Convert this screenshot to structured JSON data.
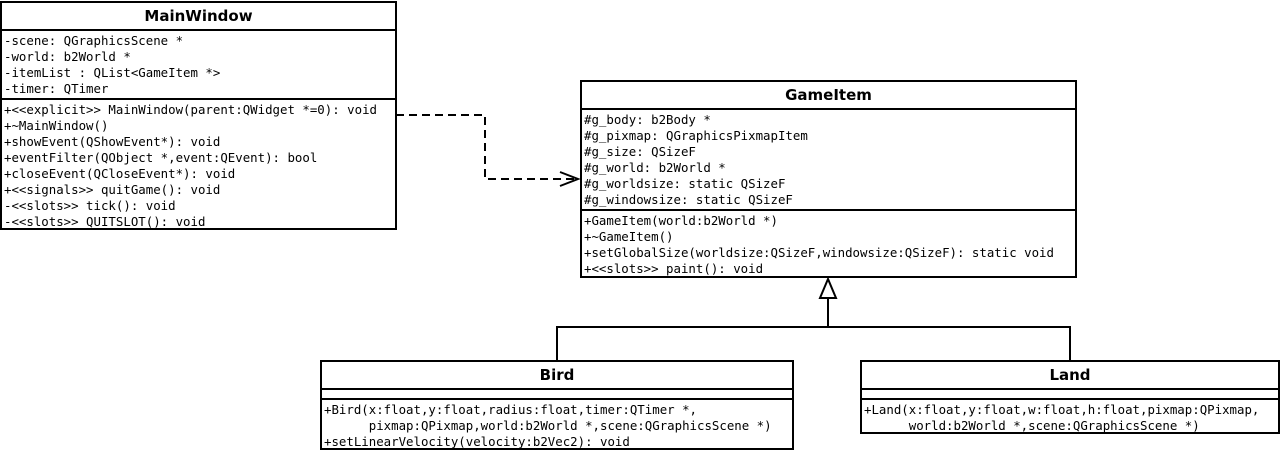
{
  "classes": {
    "mainwindow": {
      "name": "MainWindow",
      "attributes": [
        "-scene: QGraphicsScene *",
        "-world: b2World *",
        "-itemList : QList<GameItem *>",
        "-timer: QTimer"
      ],
      "operations": [
        "+<<explicit>> MainWindow(parent:QWidget *=0): void",
        "+~MainWindow()",
        "+showEvent(QShowEvent*): void",
        "+eventFilter(QObject *,event:QEvent): bool",
        "+closeEvent(QCloseEvent*): void",
        "+<<signals>> quitGame(): void",
        "-<<slots>> tick(): void",
        "-<<slots>> QUITSLOT(): void"
      ]
    },
    "gameitem": {
      "name": "GameItem",
      "attributes": [
        "#g_body: b2Body *",
        "#g_pixmap: QGraphicsPixmapItem",
        "#g_size: QSizeF",
        "#g_world: b2World *",
        "#g_worldsize: static QSizeF",
        "#g_windowsize: static QSizeF"
      ],
      "operations": [
        "+GameItem(world:b2World *)",
        "+~GameItem()",
        "+setGlobalSize(worldsize:QSizeF,windowsize:QSizeF): static void",
        "+<<slots>> paint(): void"
      ]
    },
    "bird": {
      "name": "Bird",
      "attributes": [],
      "operations": [
        "+Bird(x:float,y:float,radius:float,timer:QTimer *,",
        "      pixmap:QPixmap,world:b2World *,scene:QGraphicsScene *)",
        "+setLinearVelocity(velocity:b2Vec2): void"
      ]
    },
    "land": {
      "name": "Land",
      "attributes": [],
      "operations": [
        "+Land(x:float,y:float,w:float,h:float,pixmap:QPixmap,",
        "      world:b2World *,scene:QGraphicsScene *)"
      ]
    }
  },
  "relations": [
    {
      "type": "dependency",
      "from": "MainWindow",
      "to": "GameItem"
    },
    {
      "type": "generalization",
      "from": "Bird",
      "to": "GameItem"
    },
    {
      "type": "generalization",
      "from": "Land",
      "to": "GameItem"
    }
  ]
}
